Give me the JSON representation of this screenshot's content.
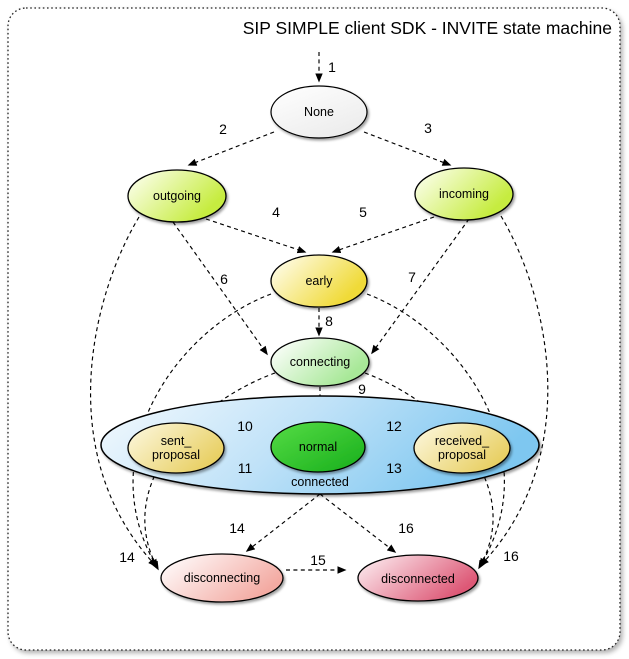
{
  "title": "SIP SIMPLE client SDK - INVITE state machine",
  "colors": {
    "background": "#ffffff",
    "border": "#222222",
    "edge": "#000000",
    "none_fill": "#ececec",
    "outgoing_incoming_fill": "#c6ec40",
    "early_fill": "#f0da38",
    "connecting_fill": "#a8e898",
    "connected_fill": "#7ec7f0",
    "proposal_fill": "#e8cf62",
    "normal_fill": "#1eb320",
    "disconnecting_fill": "#f3aaa2",
    "disconnected_fill": "#dd5876"
  },
  "diagram": {
    "type": "state-machine",
    "nodes": [
      {
        "id": "none",
        "label": "None"
      },
      {
        "id": "outgoing",
        "label": "outgoing"
      },
      {
        "id": "incoming",
        "label": "incoming"
      },
      {
        "id": "early",
        "label": "early"
      },
      {
        "id": "connecting",
        "label": "connecting"
      },
      {
        "id": "connected",
        "label": "connected"
      },
      {
        "id": "sent_proposal",
        "label_line1": "sent_",
        "label_line2": "proposal"
      },
      {
        "id": "normal",
        "label": "normal"
      },
      {
        "id": "received_proposal",
        "label_line1": "received_",
        "label_line2": "proposal"
      },
      {
        "id": "disconnecting",
        "label": "disconnecting"
      },
      {
        "id": "disconnected",
        "label": "disconnected"
      }
    ],
    "edges": [
      {
        "label": "1",
        "from": "start",
        "to": "none"
      },
      {
        "label": "2",
        "from": "none",
        "to": "outgoing"
      },
      {
        "label": "3",
        "from": "none",
        "to": "incoming"
      },
      {
        "label": "4",
        "from": "outgoing",
        "to": "early"
      },
      {
        "label": "5",
        "from": "incoming",
        "to": "early"
      },
      {
        "label": "6",
        "from": "outgoing",
        "to": "connecting"
      },
      {
        "label": "7",
        "from": "incoming",
        "to": "connecting"
      },
      {
        "label": "8",
        "from": "early",
        "to": "connecting"
      },
      {
        "label": "9",
        "from": "connecting",
        "to": "normal"
      },
      {
        "label": "10",
        "from": "normal",
        "to": "sent_proposal"
      },
      {
        "label": "11",
        "from": "sent_proposal",
        "to": "normal"
      },
      {
        "label": "12",
        "from": "normal",
        "to": "received_proposal"
      },
      {
        "label": "13",
        "from": "received_proposal",
        "to": "normal"
      },
      {
        "label": "14",
        "from": "connected",
        "to": "disconnecting"
      },
      {
        "label": "15",
        "from": "disconnecting",
        "to": "disconnected"
      },
      {
        "label": "16",
        "from": "connected",
        "to": "disconnected"
      },
      {
        "label": "14",
        "from": "outgoing / early / connecting",
        "to": "disconnecting"
      },
      {
        "label": "16",
        "from": "incoming / early / connecting",
        "to": "disconnected"
      }
    ]
  }
}
